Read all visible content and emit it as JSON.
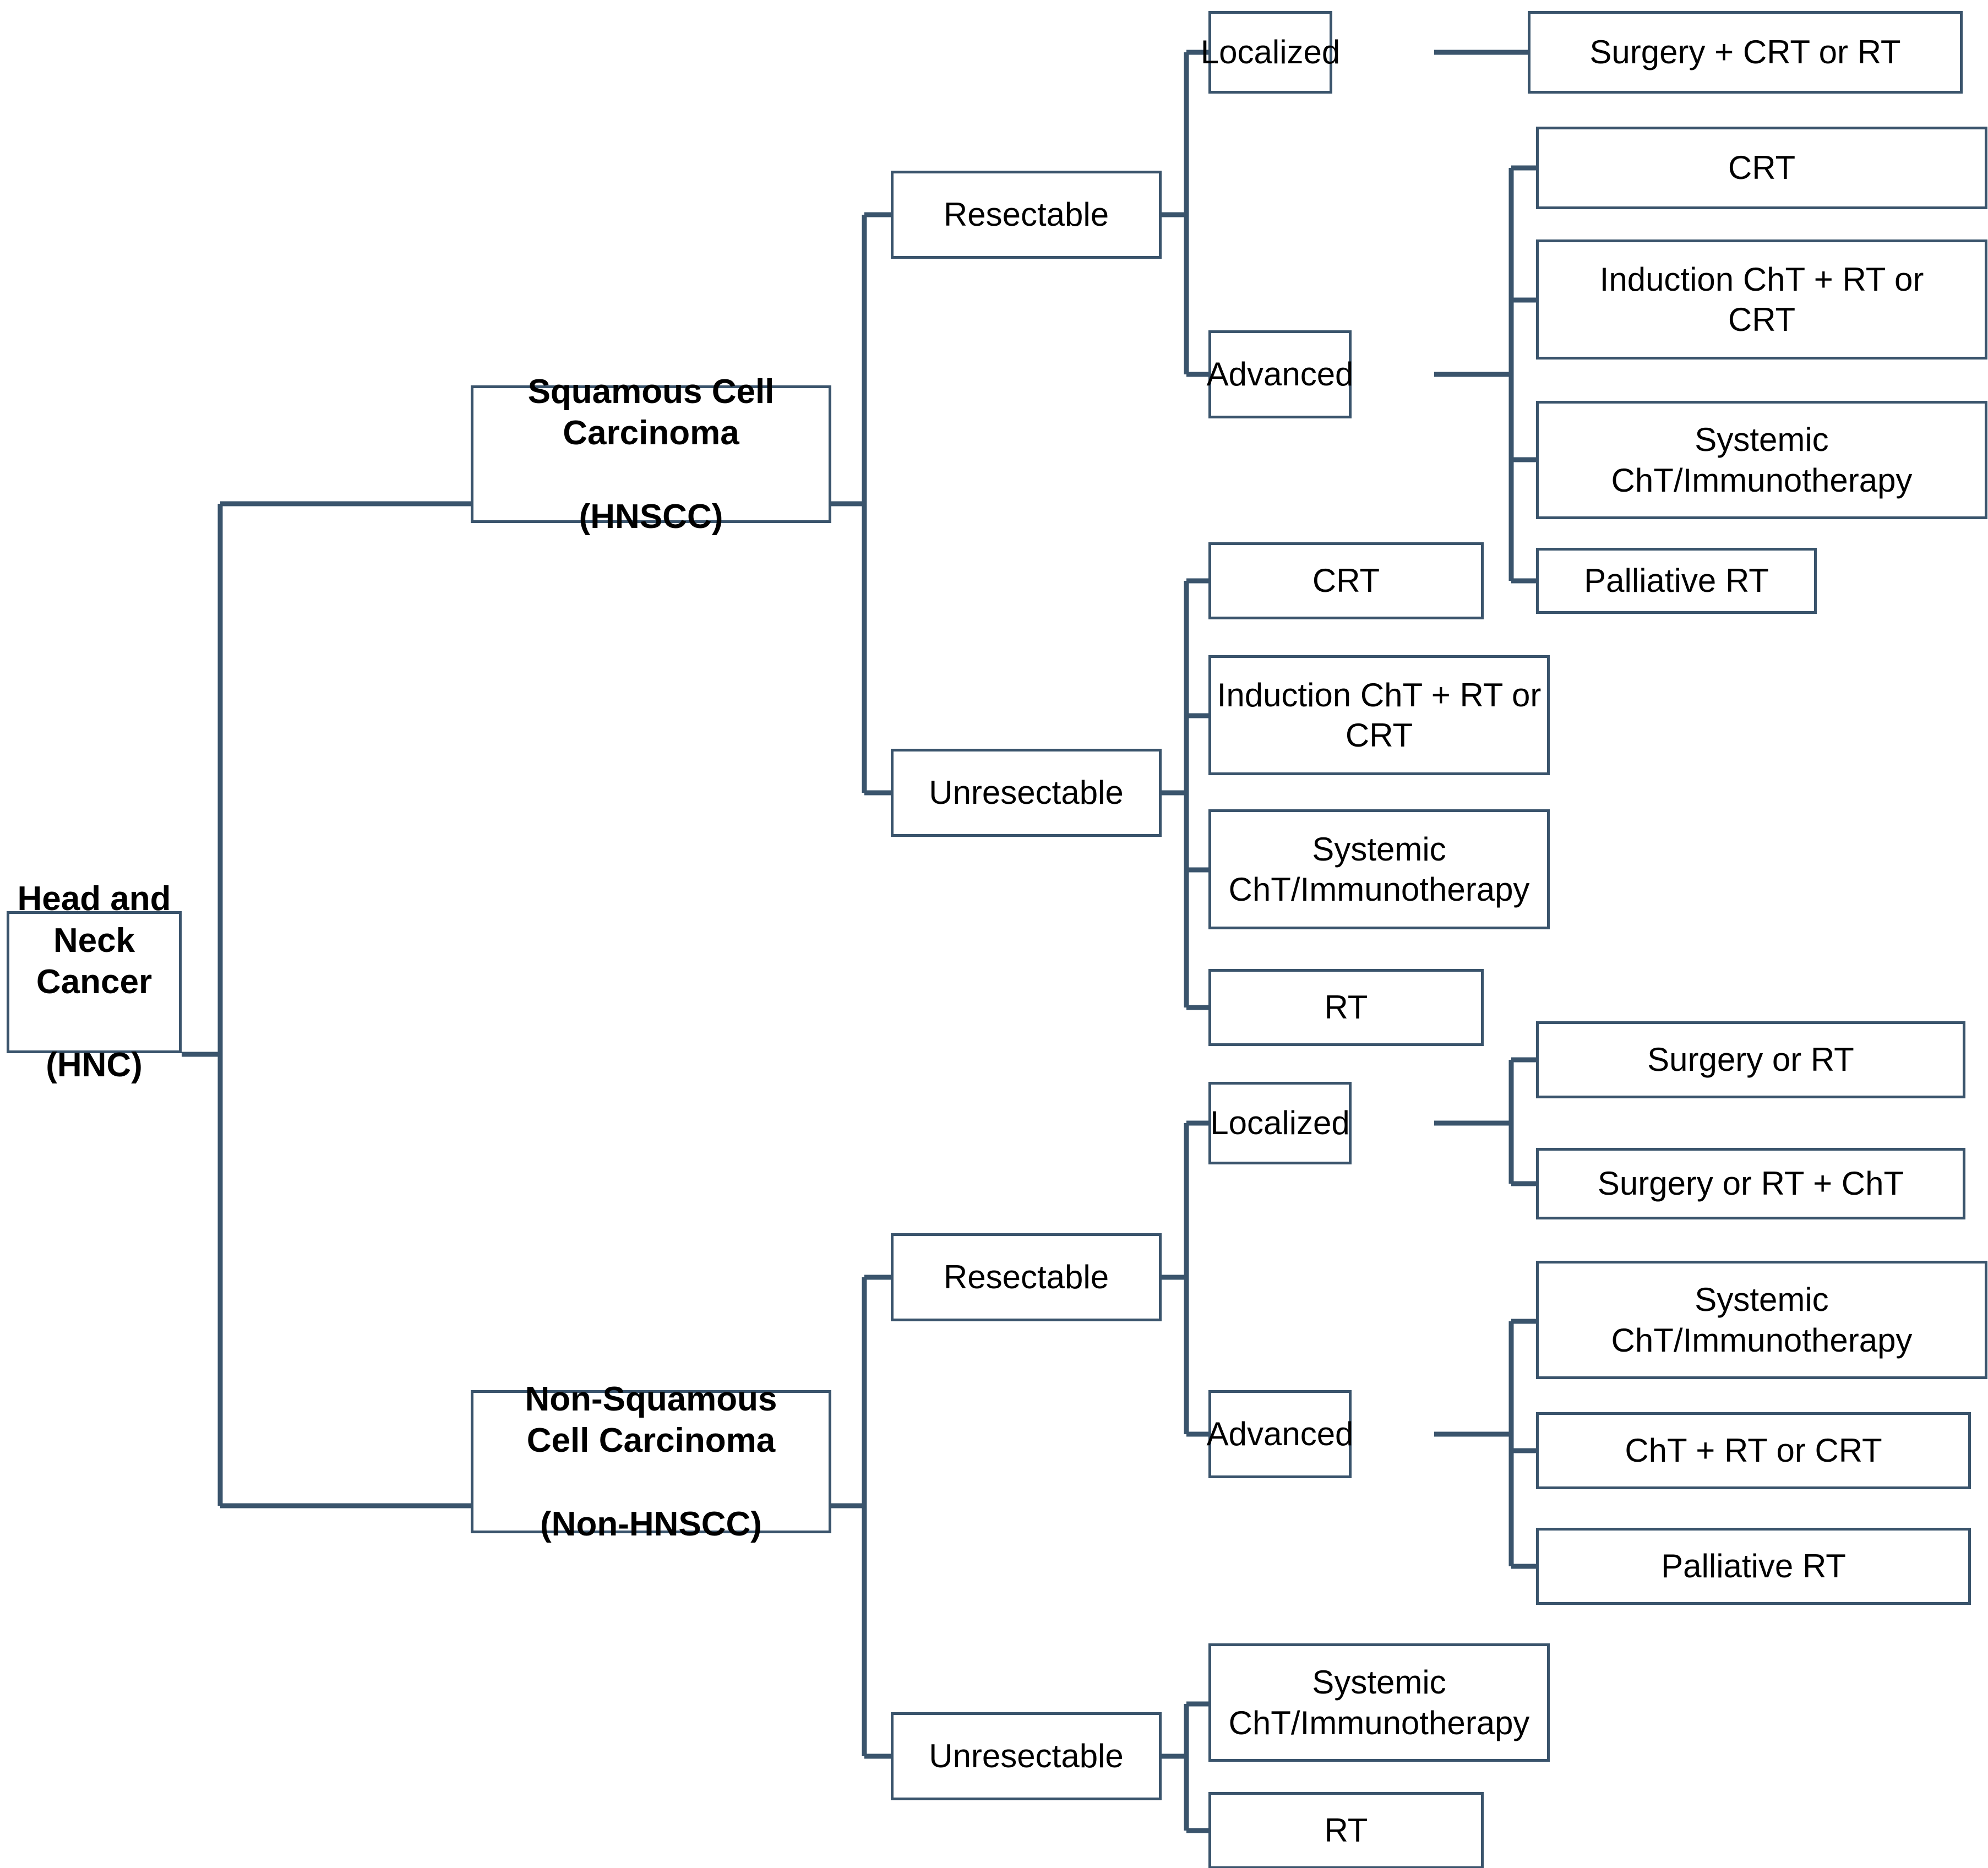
{
  "diagram": {
    "title": "Head and Neck Cancer treatment decision tree",
    "type": "flowchart",
    "orientation": "left-to-right",
    "style": {
      "box_border_color": "#3a546c",
      "box_fill_color": "#ffffff",
      "connector_color": "#3a546c",
      "text_color": "#000000",
      "background": "#ffffff"
    },
    "nodes": {
      "root": "Head and Neck\nCancer\n\n(HNC)",
      "hnscc": "Squamous Cell\nCarcinoma\n\n(HNSCC)",
      "non_hnscc": "Non-Squamous\nCell Carcinoma\n\n(Non-HNSCC)",
      "hnscc_resectable": "Resectable",
      "hnscc_unresectable": "Unresectable",
      "hnscc_res_localized": "Localized",
      "hnscc_res_advanced": "Advanced",
      "hnscc_res_loc_1": "Surgery + CRT or RT",
      "hnscc_res_adv_1": "CRT",
      "hnscc_res_adv_2": "Induction ChT + RT or\nCRT",
      "hnscc_res_adv_3": "Systemic\nChT/Immunotherapy",
      "hnscc_res_adv_4": "Palliative RT",
      "hnscc_unres_1": "CRT",
      "hnscc_unres_2": "Induction ChT + RT or\nCRT",
      "hnscc_unres_3": "Systemic\nChT/Immunotherapy",
      "hnscc_unres_4": "RT",
      "non_resectable": "Resectable",
      "non_unresectable": "Unresectable",
      "non_res_localized": "Localized",
      "non_res_advanced": "Advanced",
      "non_res_loc_1": "Surgery or RT",
      "non_res_loc_2": "Surgery or RT + ChT",
      "non_res_adv_1": "Systemic\nChT/Immunotherapy",
      "non_res_adv_2": "ChT + RT or CRT",
      "non_res_adv_3": "Palliative RT",
      "non_unres_1": "Systemic\nChT/Immunotherapy",
      "non_unres_2": "RT"
    },
    "edges": [
      {
        "from": "root",
        "to": "hnscc"
      },
      {
        "from": "root",
        "to": "non_hnscc"
      },
      {
        "from": "hnscc",
        "to": "hnscc_resectable"
      },
      {
        "from": "hnscc",
        "to": "hnscc_unresectable"
      },
      {
        "from": "hnscc_resectable",
        "to": "hnscc_res_localized"
      },
      {
        "from": "hnscc_resectable",
        "to": "hnscc_res_advanced"
      },
      {
        "from": "hnscc_res_localized",
        "to": "hnscc_res_loc_1"
      },
      {
        "from": "hnscc_res_advanced",
        "to": "hnscc_res_adv_1"
      },
      {
        "from": "hnscc_res_advanced",
        "to": "hnscc_res_adv_2"
      },
      {
        "from": "hnscc_res_advanced",
        "to": "hnscc_res_adv_3"
      },
      {
        "from": "hnscc_res_advanced",
        "to": "hnscc_res_adv_4"
      },
      {
        "from": "hnscc_unresectable",
        "to": "hnscc_unres_1"
      },
      {
        "from": "hnscc_unresectable",
        "to": "hnscc_unres_2"
      },
      {
        "from": "hnscc_unresectable",
        "to": "hnscc_unres_3"
      },
      {
        "from": "hnscc_unresectable",
        "to": "hnscc_unres_4"
      },
      {
        "from": "non_hnscc",
        "to": "non_resectable"
      },
      {
        "from": "non_hnscc",
        "to": "non_unresectable"
      },
      {
        "from": "non_resectable",
        "to": "non_res_localized"
      },
      {
        "from": "non_resectable",
        "to": "non_res_advanced"
      },
      {
        "from": "non_res_localized",
        "to": "non_res_loc_1"
      },
      {
        "from": "non_res_localized",
        "to": "non_res_loc_2"
      },
      {
        "from": "non_res_advanced",
        "to": "non_res_adv_1"
      },
      {
        "from": "non_res_advanced",
        "to": "non_res_adv_2"
      },
      {
        "from": "non_res_advanced",
        "to": "non_res_adv_3"
      },
      {
        "from": "non_unresectable",
        "to": "non_unres_1"
      },
      {
        "from": "non_unresectable",
        "to": "non_unres_2"
      }
    ]
  }
}
